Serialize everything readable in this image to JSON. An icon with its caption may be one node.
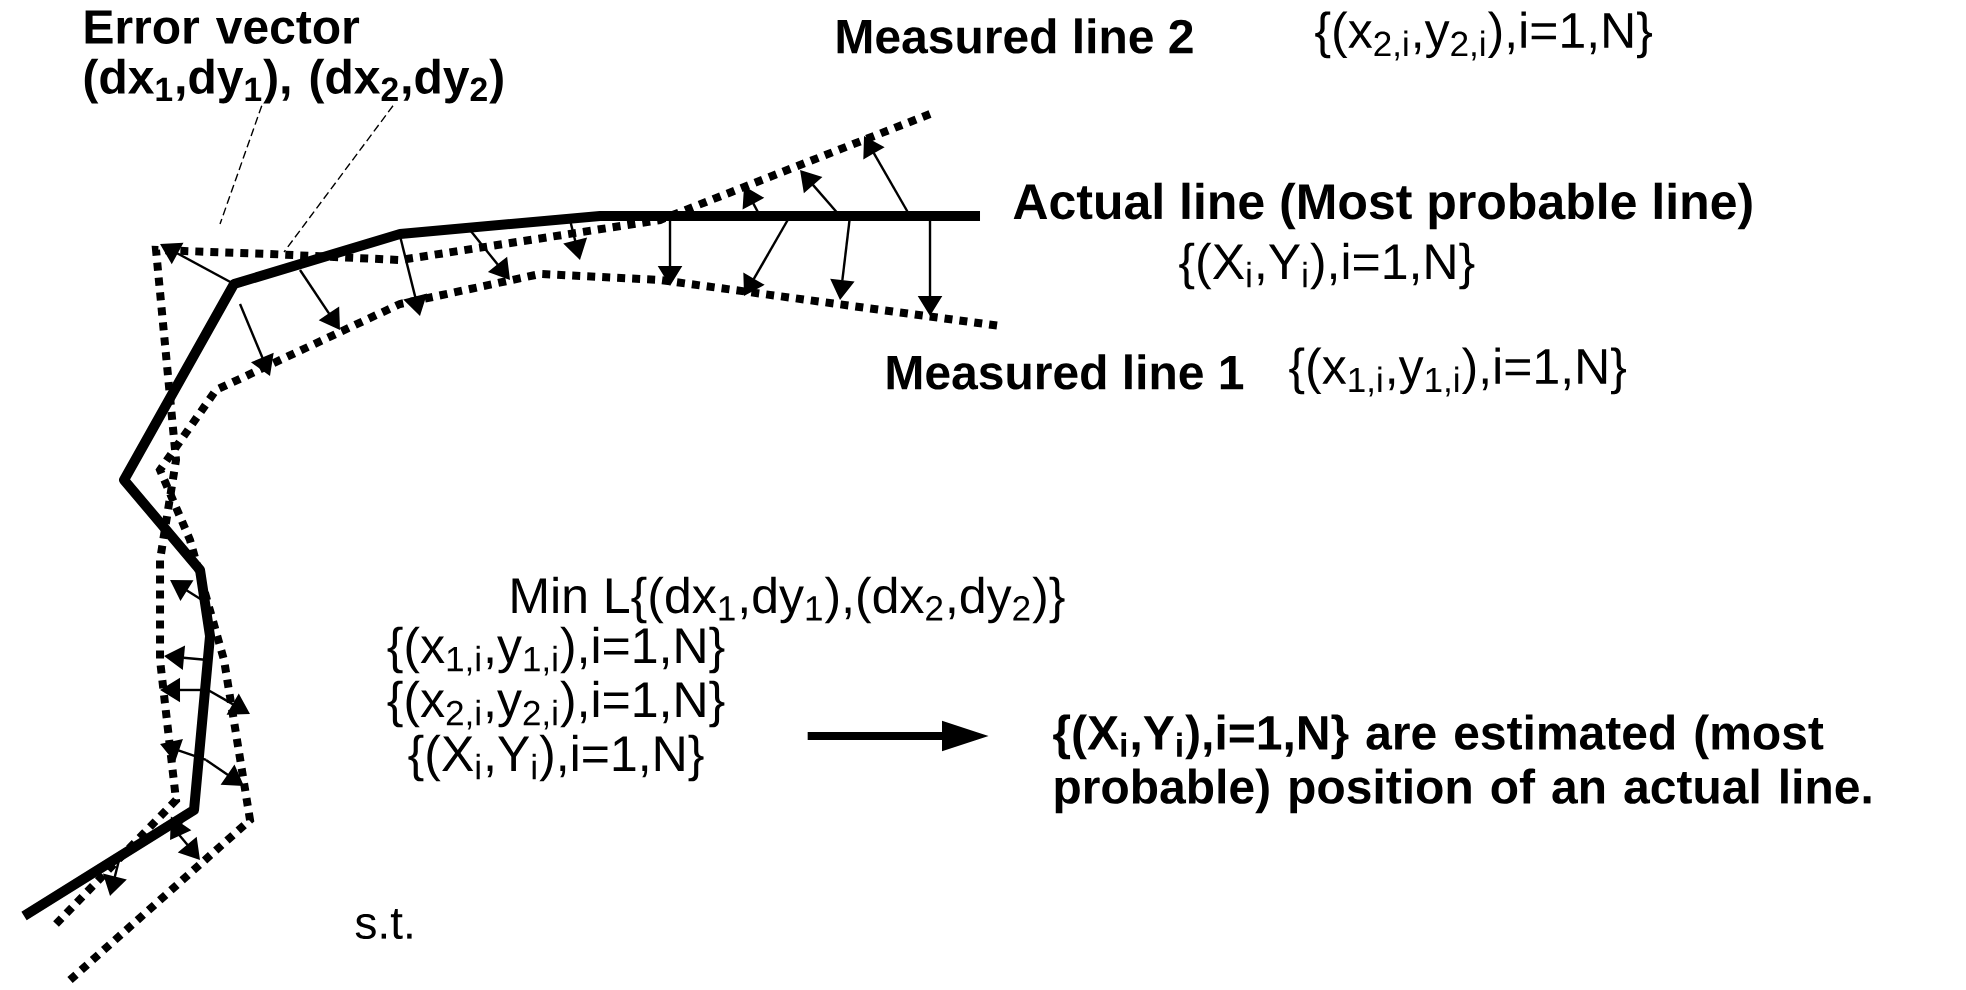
{
  "diagram": {
    "nodes": [
      {
        "text": [
          "Error vector (dx$_{1}$,dy$_{1}$), (dx$_{2}$,dy$_{2}$)"
        ]
      },
      {
        "text": [
          "{(x$_{1,i}$,y$_{1,i}$),i=1,N}",
          "{(x$_{2,i}$,y$_{2,i}$),i=1,N}",
          "{(X$_{i}$,Y$_{i}$),i=1,N}"
        ]
      },
      {
        "text": [
          "{(X$_{i}$,Y$_{i}$),i=1,N} are estimated (most probable) position of an actual line."
        ]
      }
    ],
    "edges": [
      {
        "from": 0,
        "to": null,
        "arrow": "none",
        "style": "dashed"
      },
      {
        "from": 0,
        "to": null,
        "arrow": "none",
        "style": "dashed"
      },
      {
        "from": 1,
        "to": 2,
        "arrow": "to",
        "style": "thick"
      }
    ],
    "labels": [
      "Measured line 2",
      "{(x$_{2,i}$,y$_{2,i}$),i=1,N}",
      "Actual line (Most probable line)",
      "{(X$_{i}$,Y$_{i}$),i=1,N}",
      "Measured line 1",
      "{(x$_{1,i}$,y$_{1,i}$),i=1,N}",
      "Min  L{(dx$_{1}$,dy$_{1}$),(dx$_{2}$,dy$_{2}$)}",
      "s.t."
    ]
  }
}
